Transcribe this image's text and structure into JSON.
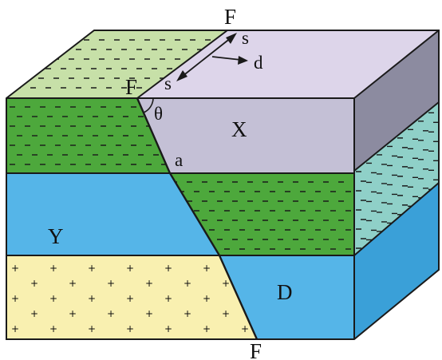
{
  "labels": {
    "fault_top": "F",
    "fault_mid": "F",
    "fault_bottom": "F",
    "strike_top": "s",
    "strike_bottom": "s",
    "dip": "d",
    "angle": "θ",
    "point_a": "a",
    "block_x": "X",
    "block_y": "Y",
    "block_d": "D"
  },
  "colors": {
    "top_green": "#c7e0a8",
    "top_lilac": "#ddd5ea",
    "green_dark": "#4da83c",
    "grey_face": "#c4c0d6",
    "blue": "#55b5e8",
    "yellow": "#f9f0b0",
    "side_grey": "#8c8ba0",
    "side_teal": "#8fd0c8",
    "side_blue": "#3aa0d8"
  },
  "marks": {
    "dash": "—",
    "plus": "+"
  }
}
